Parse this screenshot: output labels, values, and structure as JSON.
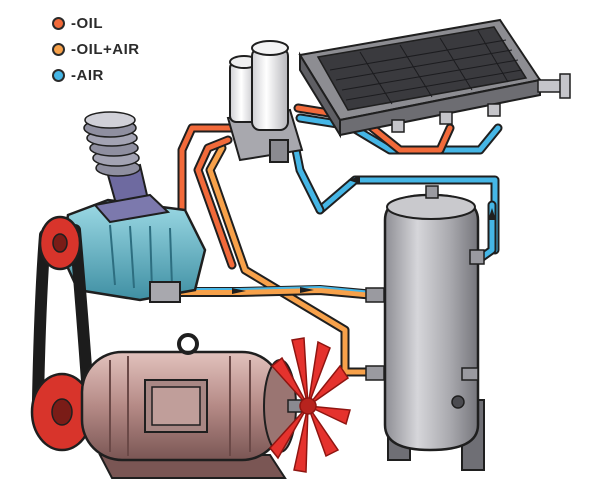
{
  "legend": {
    "items": [
      {
        "label": "-OIL",
        "color": "#f26a3a"
      },
      {
        "label": "-OIL+AIR",
        "color": "#f7a14a"
      },
      {
        "label": "-AIR",
        "color": "#45b6e6"
      }
    ]
  },
  "colors": {
    "oil": "#f26a3a",
    "oil_air": "#f7a14a",
    "air": "#45b6e6",
    "pipe_outline": "#1f1f1f",
    "metal": "#b9b9bd",
    "metal_dark": "#7c7c82",
    "compressor": "#5fb6c8",
    "motor": "#b58a86",
    "fan": "#e5322d",
    "intake": "#7d7aa8"
  }
}
